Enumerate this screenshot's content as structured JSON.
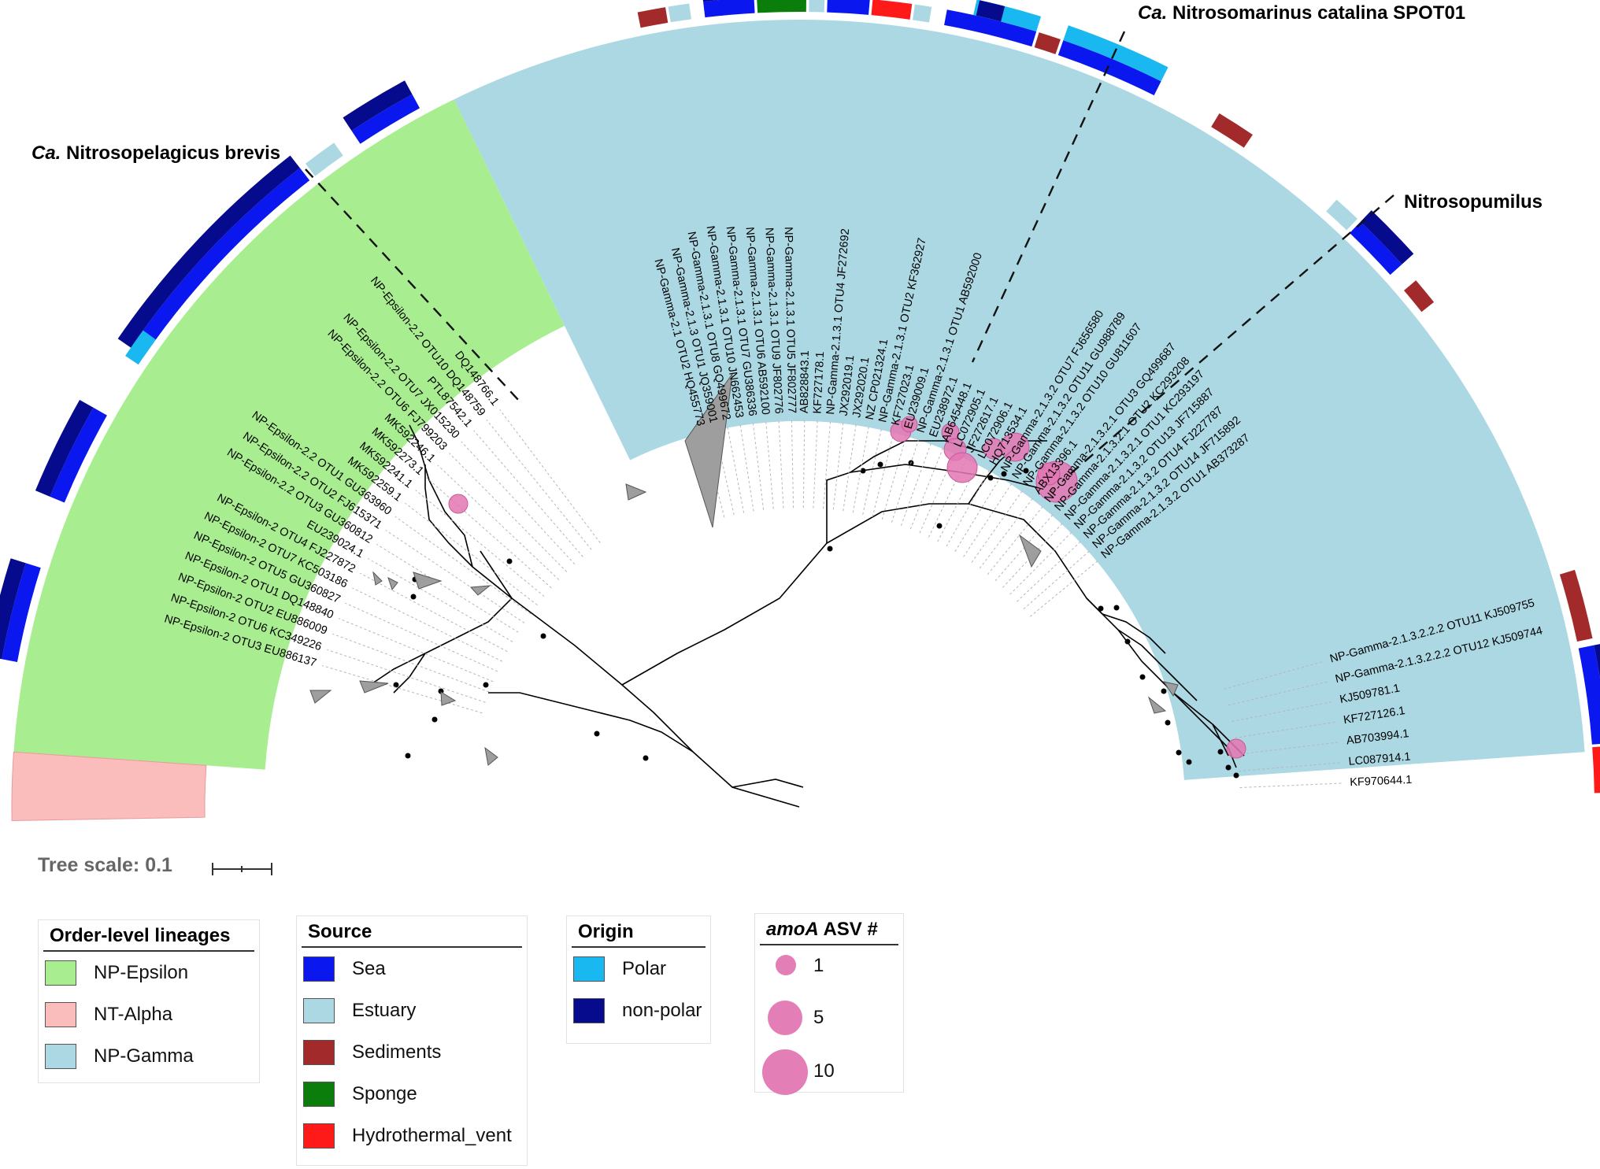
{
  "clade_labels": {
    "brevis_prefix": "Ca.",
    "brevis_name": "Nitrosopelagicus brevis",
    "spot01_prefix": "Ca.",
    "spot01_name": "Nitrosomarinus catalina SPOT01",
    "nitrosopumilus": "Nitrosopumilus"
  },
  "tree_scale": {
    "label": "Tree scale: 0.1"
  },
  "leaves_epsilon": [
    "DQ148766.1",
    "NP-Epsilon-2.2 OTU10 DQ148759",
    "PTL87542.1",
    "NP-Epsilon-2.2 OTU7 JX015230",
    "NP-Epsilon-2.2 OTU6 FJ799203",
    "MK592246.1",
    "MK592273.1",
    "MK592241.1",
    "MK592259.1",
    "NP-Epsilon-2.2 OTU1 GU363960",
    "NP-Epsilon-2.2 OTU2 FJ615371",
    "NP-Epsilon-2.2 OTU3 GU360812",
    "EU239024.1",
    "NP-Epsilon-2 OTU4 FJ227872",
    "NP-Epsilon-2 OTU7 KC503186",
    "NP-Epsilon-2 OTU5 GU360827",
    "NP-Epsilon-2 OTU1 DQ148840",
    "NP-Epsilon-2 OTU2 EU886009",
    "NP-Epsilon-2 OTU6 KC349226",
    "NP-Epsilon-2 OTU3 EU886137"
  ],
  "leaves_gamma": [
    "NP-Gamma-2.1 OTU2 HQ455773",
    "NP-Gamma-2.1.3 OTU1 JQ359001",
    "NP-Gamma-2.1.3.1 OTU8 GQ499672",
    "NP-Gamma-2.1.3.1 OTU10 JN662453",
    "NP-Gamma-2.1.3.1 OTU7 GU386336",
    "NP-Gamma-2.1.3.1 OTU6 AB592100",
    "NP-Gamma-2.1.3.1 OTU9 JF802776",
    "NP-Gamma-2.1.3.1 OTU5 JF802777",
    "AB828843.1",
    "KF727178.1",
    "NP-Gamma-2.1.3.1 OTU4 JF272692",
    "JX292019.1",
    "JX292020.1",
    "NZ CP021324.1",
    "NP-Gamma-2.1.3.1 OTU2 KF362927",
    "KF727023.1",
    "EU239009.1",
    "NP-Gamma-2.1.3.1 OTU1 AB592000",
    "EU238972.1",
    "AB645448.1",
    "LC072905.1",
    "JF272617.1",
    "LC072906.1",
    "HQ713534.1",
    "NP-Gamma-2.1.3.2 OTU7 FJ656580",
    "NP-Gamma-2.1.3.2 OTU11 GU988789",
    "NP-Gamma-2.1.3.2 OTU10 GU811607",
    "ABX13396.1",
    "NP-Gamma-2.1.3.2.1 OTU3 GQ499687",
    "NP-Gamma-2.1.3.2.1 OTU2 KC293208",
    "NP-Gamma-2.1.3.2.1 OTU1 KC293197",
    "NP-Gamma-2.1.3.2 OTU13 JF715887",
    "NP-Gamma-2.1.3.2 OTU4 FJ227787",
    "NP-Gamma-2.1.3.2 OTU14 JF715892",
    "NP-Gamma-2.1.3.2 OTU1 AB373287"
  ],
  "leaves_gamma_bottom": [
    "NP-Gamma-2.1.3.2.2.2 OTU11 KJ509755",
    "NP-Gamma-2.1.3.2.2.2 OTU12 KJ509744",
    "KJ509781.1",
    "KF727126.1",
    "AB703994.1",
    "LC087914.1",
    "KF970644.1"
  ],
  "legend_lineage": {
    "title": "Order-level lineages",
    "items": [
      {
        "label": "NP-Epsilon",
        "color": "#a8ee90"
      },
      {
        "label": "NT-Alpha",
        "color": "#fbbcbc"
      },
      {
        "label": "NP-Gamma",
        "color": "#acd8e4"
      }
    ]
  },
  "legend_source": {
    "title": "Source",
    "items": [
      {
        "label": "Sea",
        "color": "#0a17ee"
      },
      {
        "label": "Estuary",
        "color": "#acd8e4"
      },
      {
        "label": "Sediments",
        "color": "#a32a2a"
      },
      {
        "label": "Sponge",
        "color": "#0a7d0a"
      },
      {
        "label": "Hydrothermal_vent",
        "color": "#ff1a1a"
      }
    ]
  },
  "legend_origin": {
    "title": "Origin",
    "items": [
      {
        "label": "Polar",
        "color": "#19b8f0"
      },
      {
        "label": "non-polar",
        "color": "#060a8c"
      }
    ]
  },
  "legend_asv": {
    "title_italic": "amoA",
    "title_rest": " ASV #",
    "items": [
      {
        "label": "1"
      },
      {
        "label": "5"
      },
      {
        "label": "10"
      }
    ]
  },
  "colors": {
    "epsilon": "#a8ee90",
    "alpha": "#fbbcbc",
    "gamma": "#acd8e4",
    "sea": "#0a17ee",
    "estuary": "#acd8e4",
    "sediments": "#a32a2a",
    "sponge": "#0a7d0a",
    "vent": "#ff1a1a",
    "polar": "#19b8f0",
    "nonpolar": "#060a8c",
    "asv": "#e377b3"
  }
}
